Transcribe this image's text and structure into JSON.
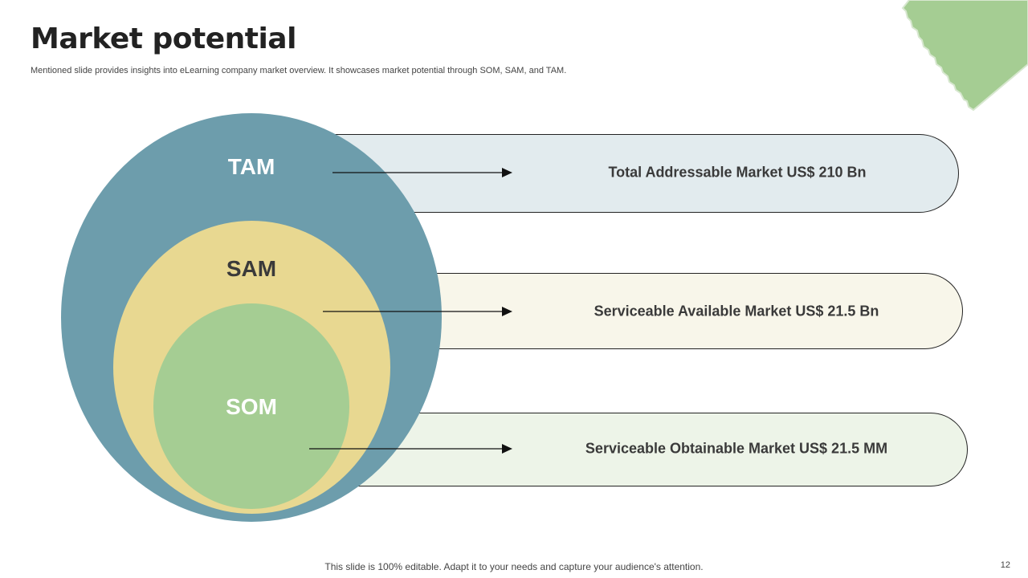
{
  "slide": {
    "title": "Market potential",
    "subtitle": "Mentioned slide provides insights into eLearning company market overview. It showcases market potential through SOM, SAM,  and TAM.",
    "footer": "This slide is 100% editable. Adapt it to your needs and capture your audience's attention.",
    "page_number": "12"
  },
  "markets": [
    {
      "label": "TAM",
      "description": "Total Addressable Market US$ 210 Bn",
      "circle_color": "#6d9dac",
      "label_color": "#ffffff",
      "band_color": "#e2ebee"
    },
    {
      "label": "SAM",
      "description": "Serviceable Available Market US$ 21.5 Bn",
      "circle_color": "#e8d891",
      "label_color": "#3a3a3a",
      "band_color": "#f8f6ea"
    },
    {
      "label": "SOM",
      "description": "Serviceable Obtainable Market US$ 21.5 MM",
      "circle_color": "#a5cd93",
      "label_color": "#ffffff",
      "band_color": "#edf4e8"
    }
  ],
  "colors": {
    "corner_accent": "#a5cd93"
  }
}
